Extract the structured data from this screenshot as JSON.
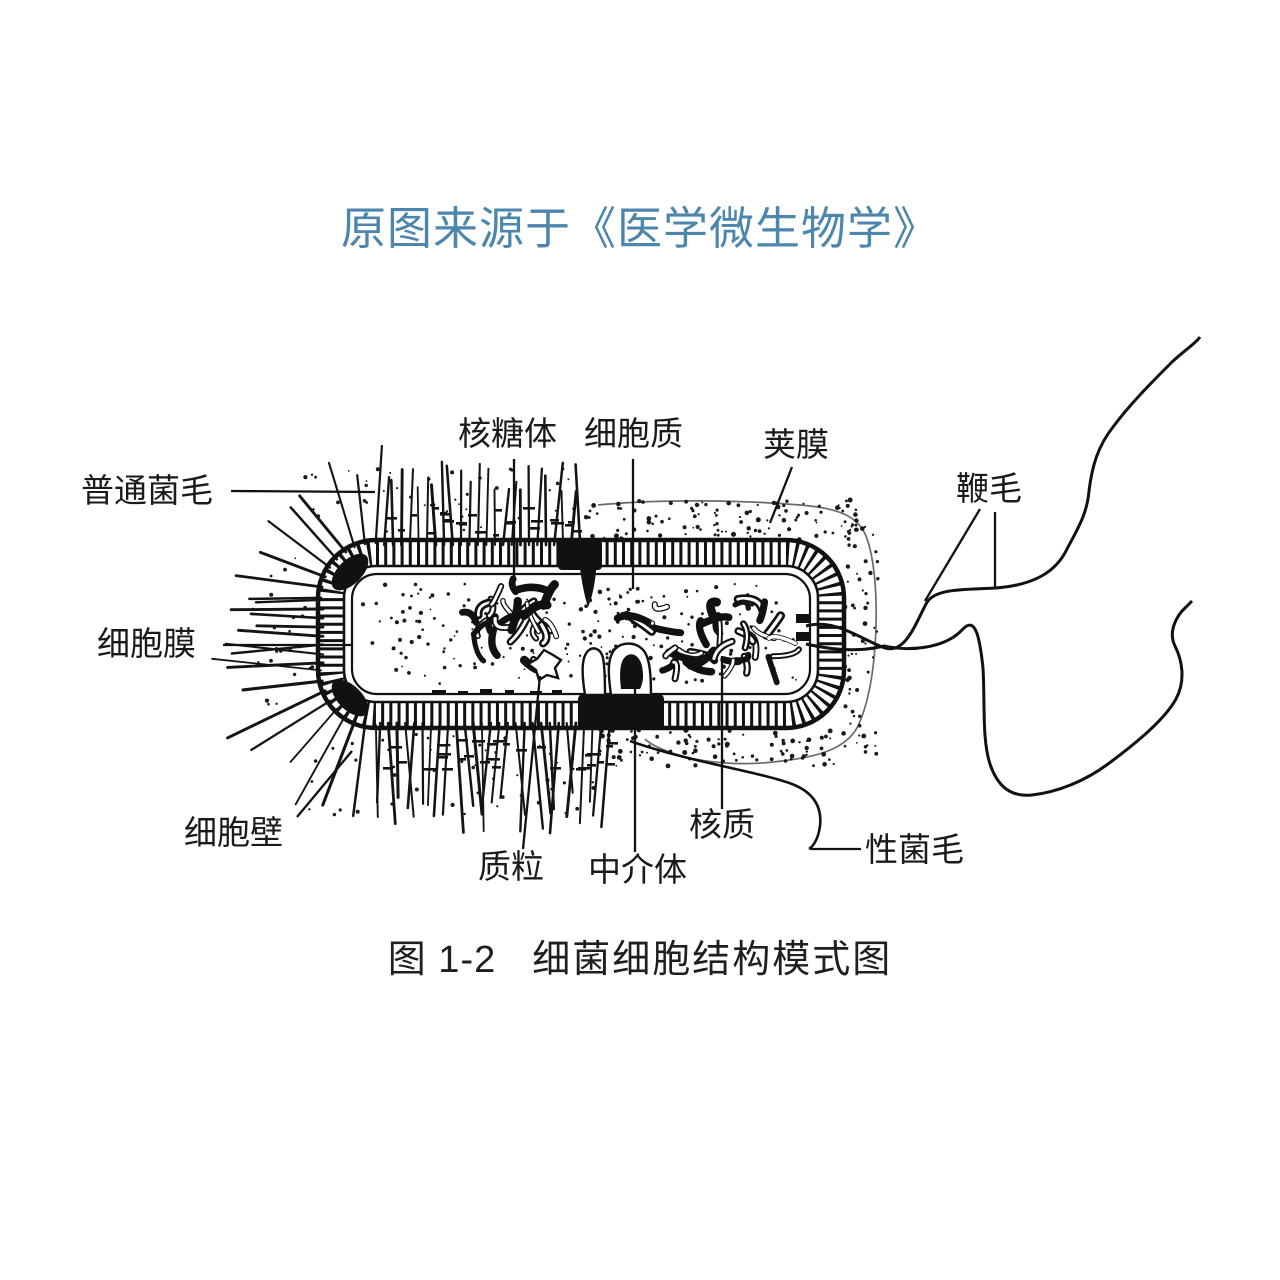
{
  "page": {
    "background": "#ffffff",
    "ink_color": "#1a1a1a",
    "accent_color": "#4c86ad"
  },
  "header": {
    "title": "原图来源于《医学微生物学》"
  },
  "diagram": {
    "subject": "bacterial-cell-structure",
    "labels": {
      "common_pili": "普通菌毛",
      "cell_membrane": "细胞膜",
      "cell_wall": "细胞壁",
      "ribosome": "核糖体",
      "cytoplasm": "细胞质",
      "capsule": "荚膜",
      "flagellum": "鞭毛",
      "plasmid": "质粒",
      "mesosome": "中介体",
      "nucleoid": "核质",
      "sex_pili": "性菌毛"
    }
  },
  "caption": {
    "number": "图 1-2",
    "text": "细菌细胞结构模式图"
  }
}
